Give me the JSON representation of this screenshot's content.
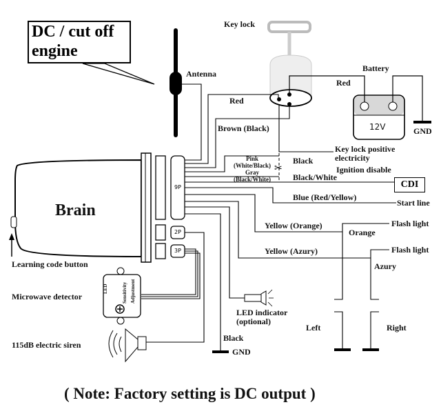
{
  "diagram": {
    "title": "Motorcycle alarm wiring diagram",
    "callout": {
      "line1": "DC / cut off",
      "line2": "engine"
    },
    "components": {
      "antenna": "Antenna",
      "key_lock": "Key lock",
      "battery": "Battery",
      "battery_voltage": "12V",
      "battery_plus": "+",
      "battery_minus": "−",
      "gnd": "GND",
      "brain": "Brain",
      "learning_code_button": "Learning code button",
      "microwave_detector": "Microwave detector",
      "detector_led": "LED",
      "detector_sensitivity": "Sensitivity",
      "detector_adjustment": "Adjustment",
      "siren": "115dB electric siren",
      "led_indicator_line1": "LED indicator",
      "led_indicator_line2": "(optional)",
      "cdi": "CDI",
      "connector_9p": "9P",
      "connector_2p": "2P",
      "connector_3p": "3P"
    },
    "wires": {
      "red_antenna": "Red",
      "red_battery": "Red",
      "brown_black": "Brown (Black)",
      "pink_line1": "Pink",
      "pink_line2": "(White/Black)",
      "gray_line1": "Gray",
      "gray_line2": "(Black/White)",
      "black": "Black",
      "black_white": "Black/White",
      "key_lock_positive_line1": "Key lock positive",
      "key_lock_positive_line2": "electricity",
      "ignition_disable": "Ignition disable",
      "blue": "Blue (Red/Yellow)",
      "start_line": "Start line",
      "yellow_orange": "Yellow (Orange)",
      "orange": "Orange",
      "flash_light_1": "Flash light",
      "yellow_azury": "Yellow (Azury)",
      "azury": "Azury",
      "flash_light_2": "Flash light",
      "left": "Left",
      "right": "Right",
      "black_gnd": "Black",
      "gnd_bottom": "GND"
    },
    "note": "( Note: Factory setting is DC output )"
  }
}
